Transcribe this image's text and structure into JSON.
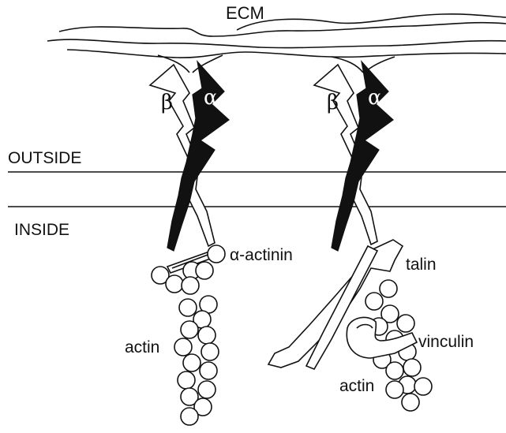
{
  "labels": {
    "ecm": "ECM",
    "outside": "OUTSIDE",
    "inside": "INSIDE",
    "alpha_actinin": "α-actinin",
    "talin": "talin",
    "vinculin": "vinculin",
    "actin_left": "actin",
    "actin_right": "actin"
  },
  "integrins": [
    {
      "beta": "β",
      "alpha": "α"
    },
    {
      "beta": "β",
      "alpha": "α"
    }
  ]
}
